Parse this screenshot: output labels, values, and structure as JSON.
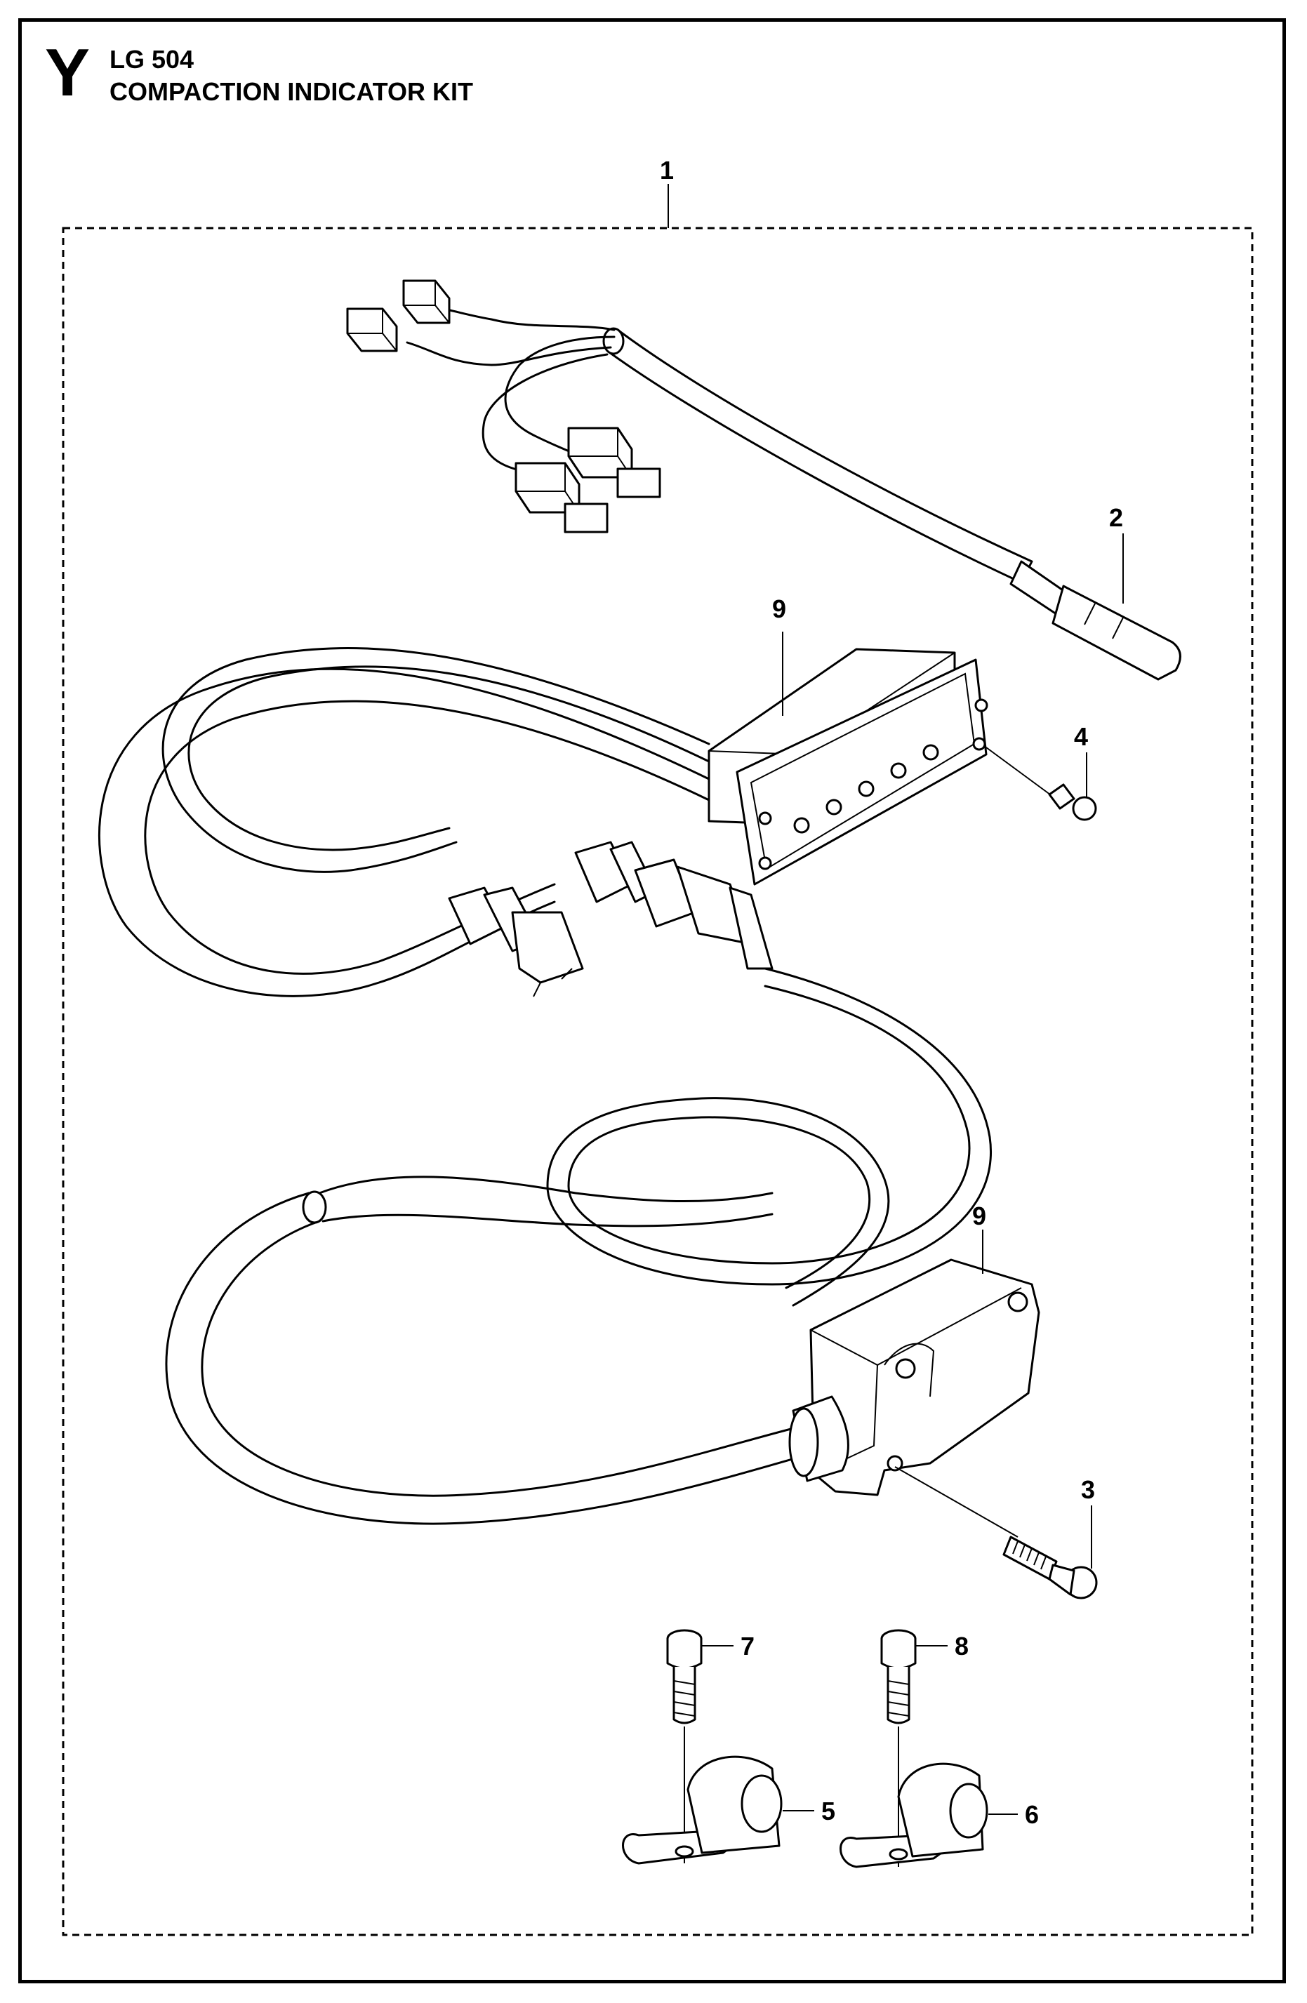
{
  "header": {
    "section_letter": "Y",
    "model": "LG 504",
    "title": "COMPACTION INDICATOR KIT"
  },
  "callouts": {
    "kit": "1",
    "harness": "2",
    "sensor_screw": "3",
    "panel_screw": "4",
    "clamp_a": "5",
    "clamp_b": "6",
    "clamp_screw_a": "7",
    "clamp_screw_b": "8",
    "indicator_panel": "9",
    "sensor": "9"
  }
}
